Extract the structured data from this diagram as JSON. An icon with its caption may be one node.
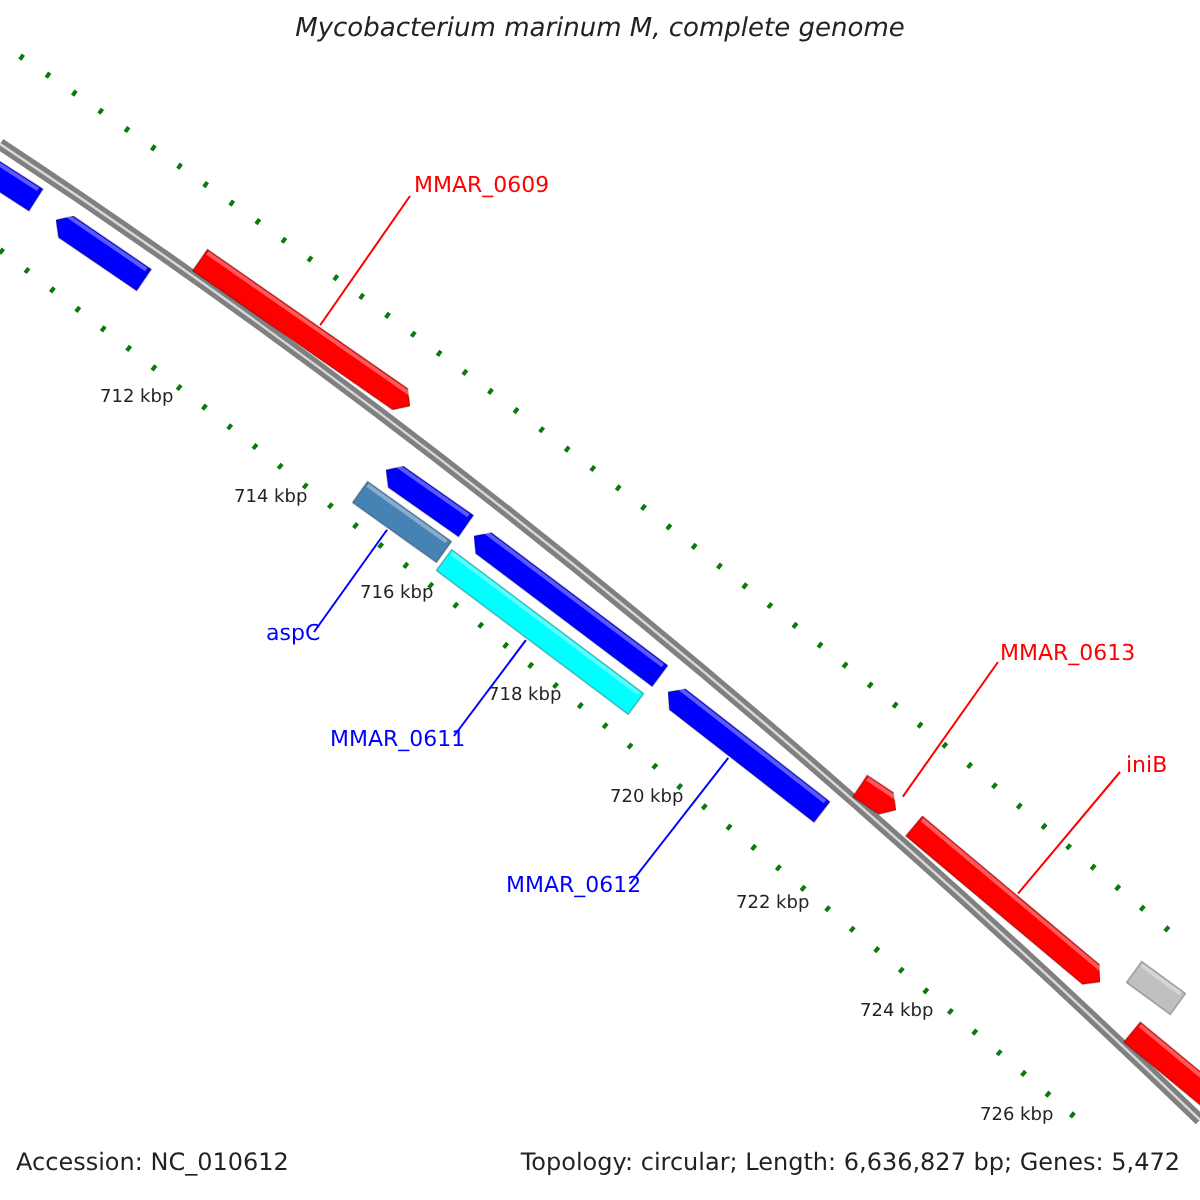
{
  "diagram": {
    "title": "Mycobacterium marinum M, complete genome",
    "nodes": [
      {
        "text": [
          "MMAR_0609"
        ]
      },
      {
        "text": [
          "aspC"
        ]
      },
      {
        "text": [
          "MMAR_0611"
        ]
      },
      {
        "text": [
          "MMAR_0612"
        ]
      },
      {
        "text": [
          "MMAR_0613"
        ]
      },
      {
        "text": [
          "iniB"
        ]
      },
      {
        "text": [],
        "shape": "arrow"
      },
      {
        "text": [],
        "shape": "arrow"
      },
      {
        "text": [],
        "shape": "arrow"
      },
      {
        "text": [],
        "shape": "arrow"
      },
      {
        "text": [],
        "shape": "arrow"
      },
      {
        "text": [],
        "shape": "arrow"
      },
      {
        "text": [],
        "shape": "arrow"
      },
      {
        "text": [],
        "shape": "arrow"
      },
      {
        "text": [],
        "shape": "arrow"
      },
      {
        "text": [],
        "shape": "arrow"
      },
      {
        "text": [],
        "shape": "arrow"
      },
      {
        "text": [],
        "shape": "arrow"
      }
    ],
    "edges": [
      {
        "from": 0,
        "to": 8,
        "arrow": "none",
        "color": "#ff0000"
      },
      {
        "from": 1,
        "to": 10,
        "arrow": "none",
        "color": "#0000ff"
      },
      {
        "from": 2,
        "to": 12,
        "arrow": "none",
        "color": "#0000ff"
      },
      {
        "from": 3,
        "to": 13,
        "arrow": "none",
        "color": "#0000ff"
      },
      {
        "from": 4,
        "to": 14,
        "arrow": "none",
        "color": "#ff0000"
      },
      {
        "from": 5,
        "to": 15,
        "arrow": "none",
        "color": "#ff0000"
      }
    ],
    "labels": [
      "712 kbp",
      "714 kbp",
      "716 kbp",
      "718 kbp",
      "720 kbp",
      "722 kbp",
      "724 kbp",
      "726 kbp",
      "Accession: NC_010612",
      "Topology: circular; Length: 6,636,827 bp; Genes: 5,472"
    ]
  }
}
